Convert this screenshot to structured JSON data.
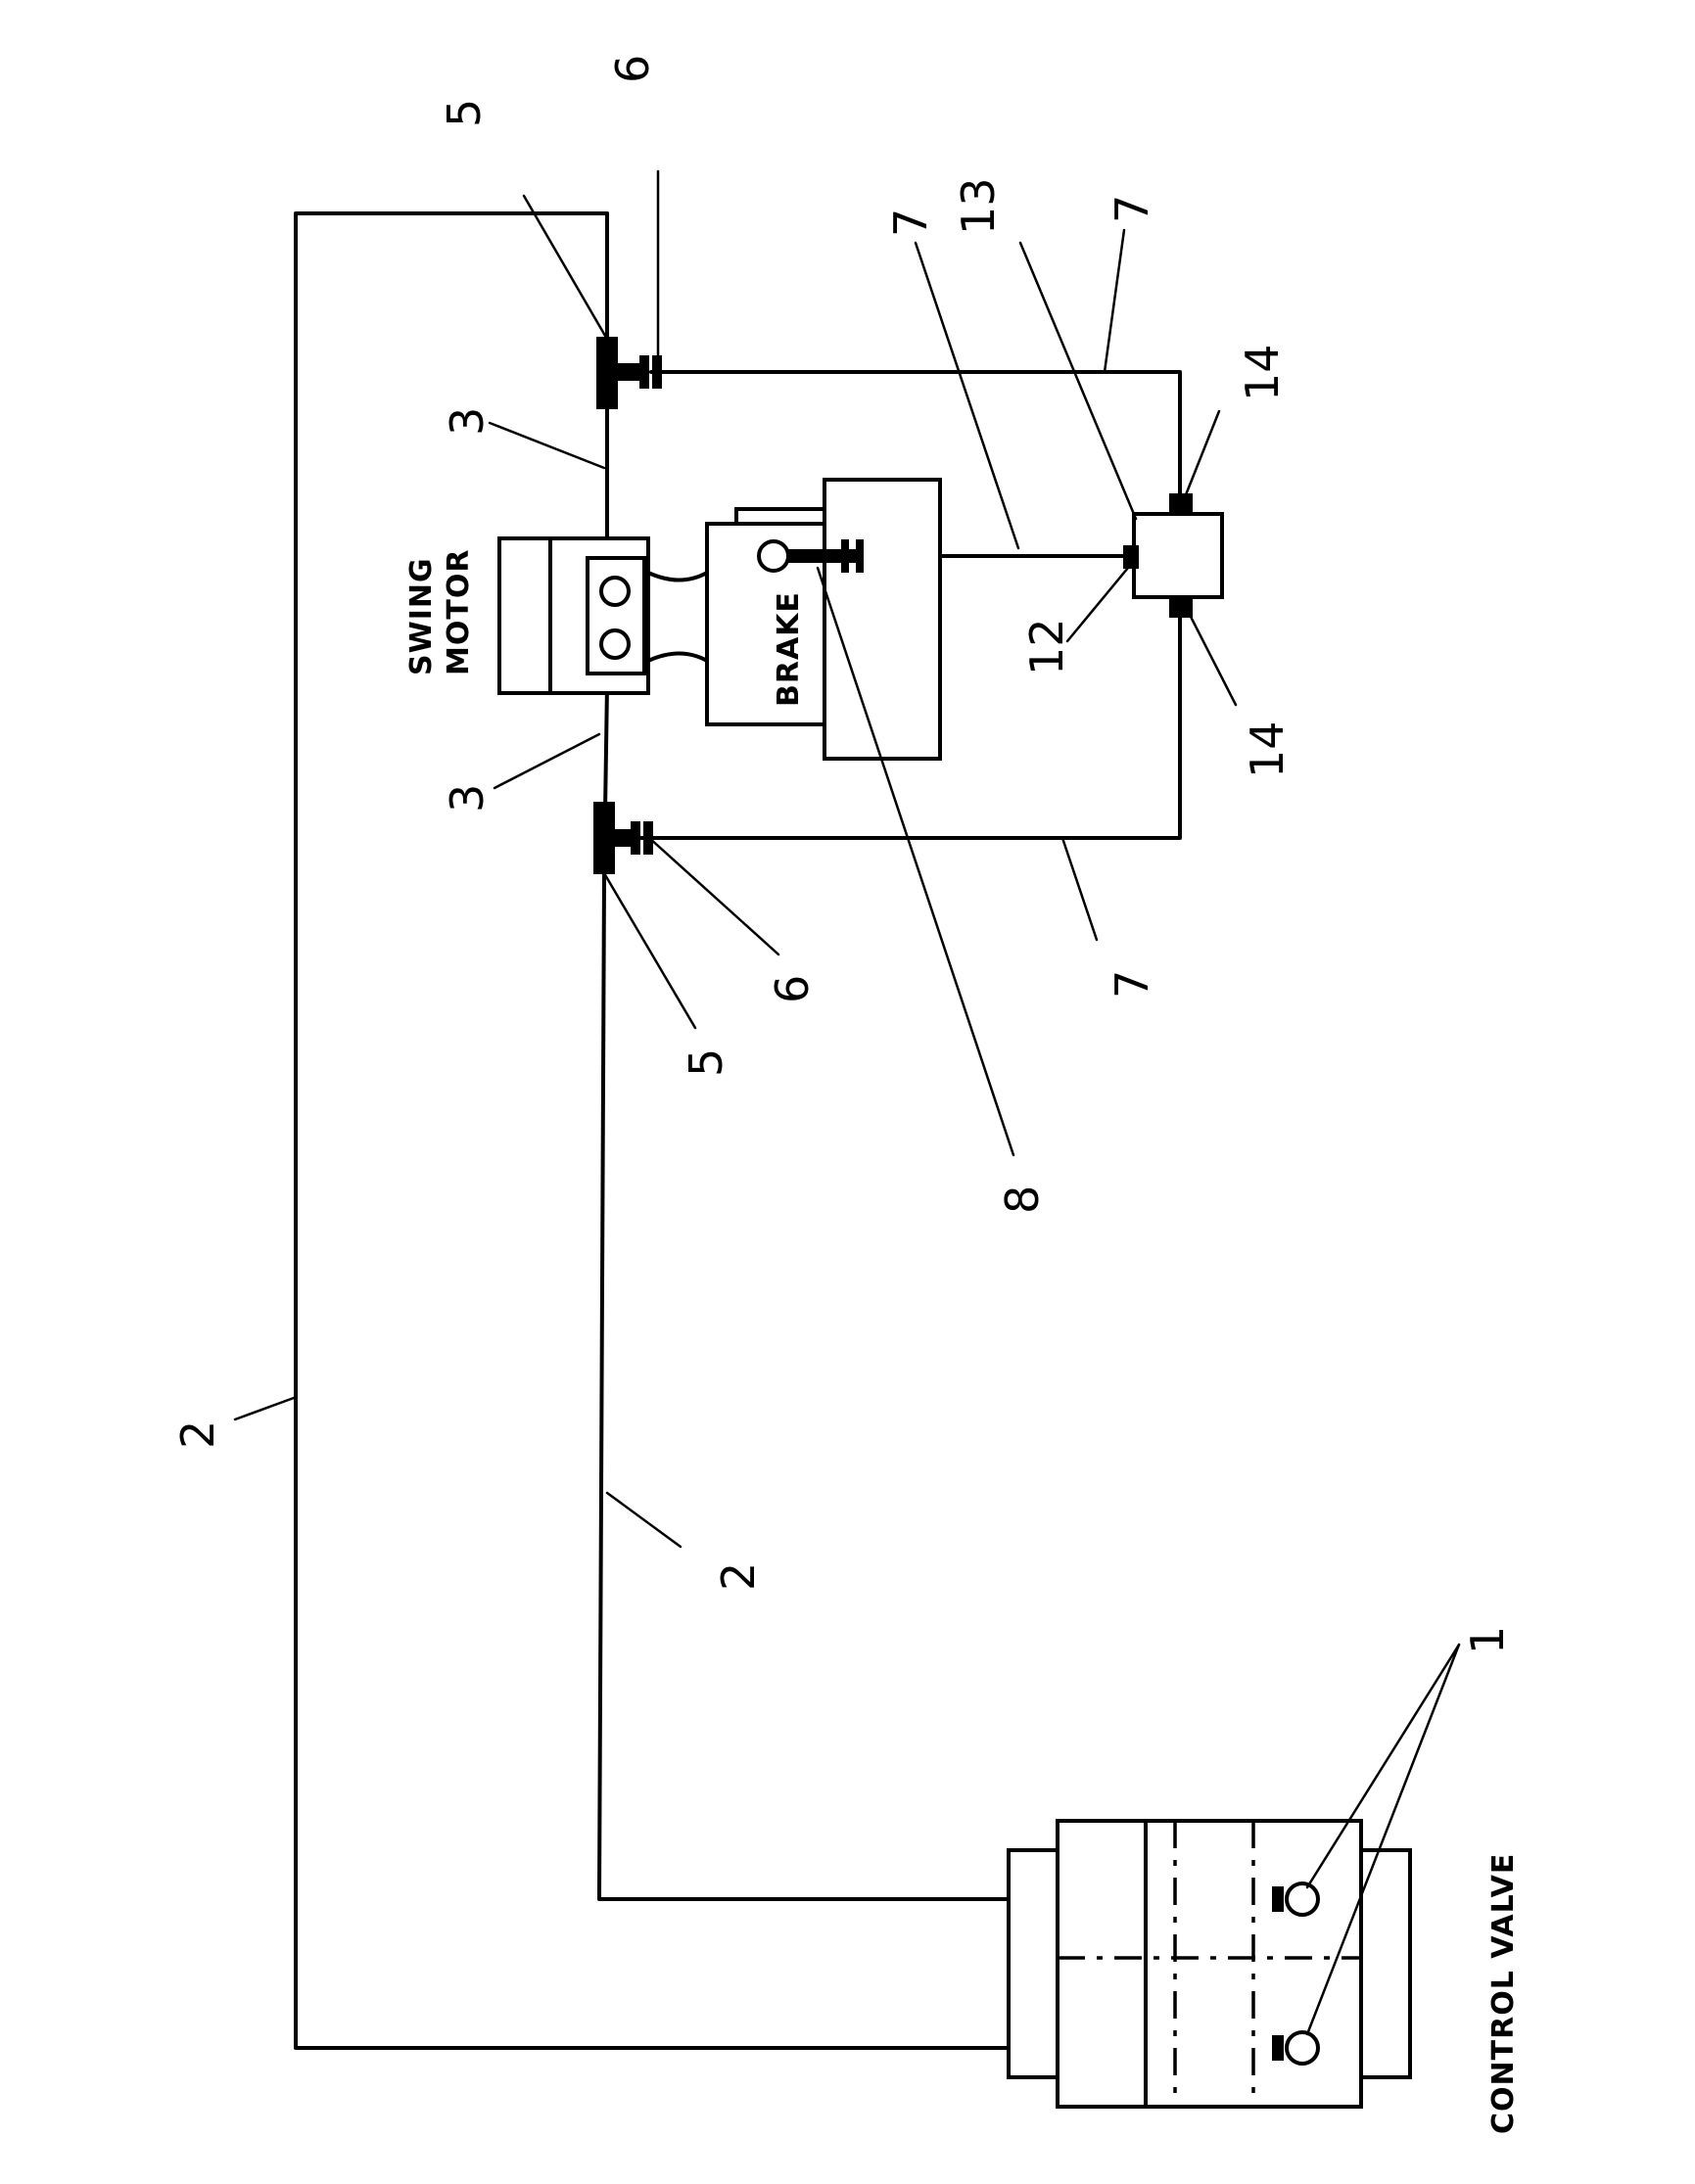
{
  "labels": {
    "swing_motor_line1": "SWING",
    "swing_motor_line2": "MOTOR",
    "brake": "BRAKE",
    "control_valve": "CONTROL VALVE"
  },
  "callouts": {
    "c1": "1",
    "c2a": "2",
    "c2b": "2",
    "c3a": "3",
    "c3b": "3",
    "c5a": "5",
    "c5b": "5",
    "c6a": "6",
    "c6b": "6",
    "c7a": "7",
    "c7b": "7",
    "c7c": "7",
    "c8": "8",
    "c12": "12",
    "c13": "13",
    "c14a": "14",
    "c14b": "14"
  }
}
